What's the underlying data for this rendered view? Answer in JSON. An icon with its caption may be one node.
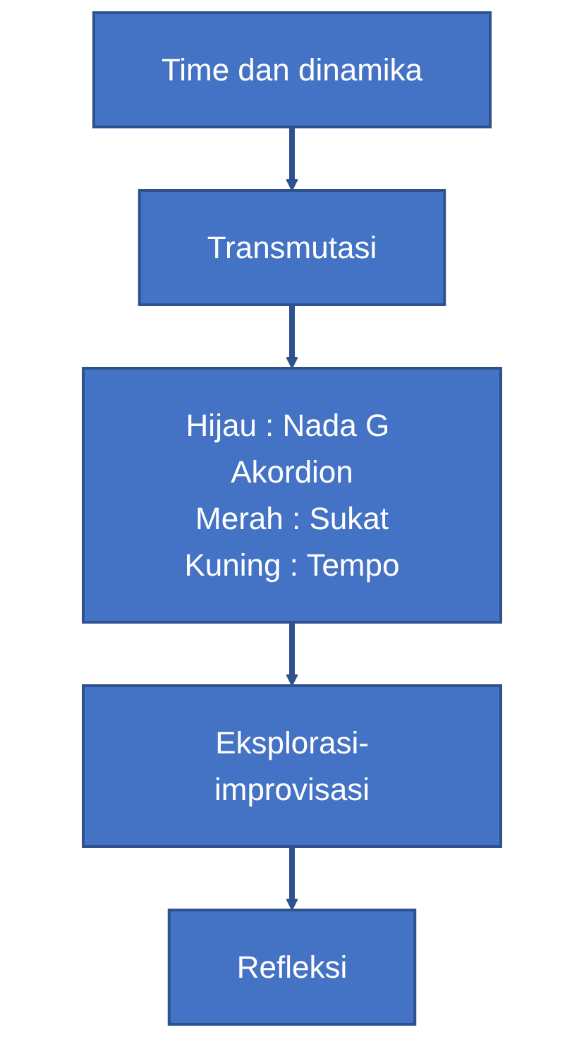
{
  "diagram": {
    "nodes": [
      {
        "text": [
          "Time dan dinamika"
        ]
      },
      {
        "text": [
          "Transmutasi"
        ]
      },
      {
        "text": [
          "Hijau : Nada G Akordion",
          "Merah : Sukat",
          "Kuning : Tempo"
        ]
      },
      {
        "text": [
          "Eksplorasi-improvisasi"
        ]
      },
      {
        "text": [
          "Refleksi"
        ]
      }
    ],
    "edges": [
      {
        "from": 0,
        "to": 1,
        "arrow": "to"
      },
      {
        "from": 1,
        "to": 2,
        "arrow": "to"
      },
      {
        "from": 2,
        "to": 3,
        "arrow": "to"
      },
      {
        "from": 3,
        "to": 4,
        "arrow": "to"
      }
    ]
  }
}
